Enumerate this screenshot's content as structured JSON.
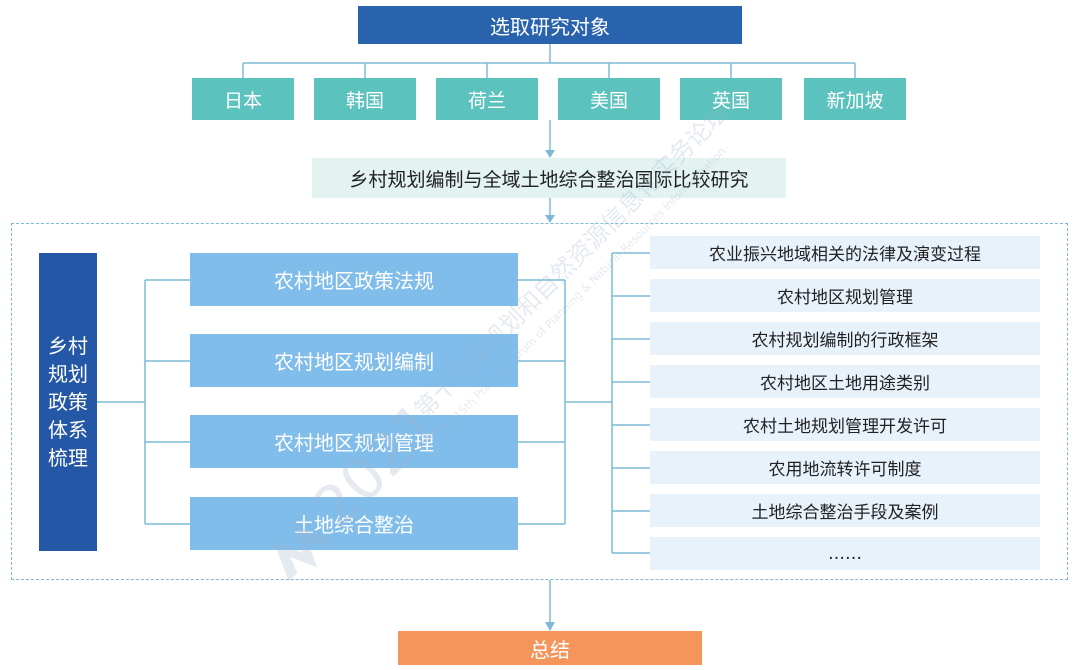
{
  "top_label": "选取研究对象",
  "countries": [
    "日本",
    "韩国",
    "荷兰",
    "美国",
    "英国",
    "新加坡"
  ],
  "study_label": "乡村规划编制与全域土地综合整治国际比较研究",
  "policy_label": [
    "乡村",
    "规划",
    "政策",
    "体系",
    "梳理"
  ],
  "middle_items": [
    "农村地区政策法规",
    "农村地区规划编制",
    "农村地区规划管理",
    "土地综合整治"
  ],
  "right_items": [
    "农业振兴地域相关的法律及演变过程",
    "农村地区规划管理",
    "农村规划编制的行政框架",
    "农村地区土地用途类别",
    "农村土地规划管理开发许可",
    "农用地流转许可制度",
    "土地综合整治手段及案例",
    "……"
  ],
  "bottom_label": "总结",
  "watermark": {
    "year": "2021",
    "cn": "第十五届规划和自然资源信息化实务论坛",
    "en": "The 15th Practice Forum of Planning & Natural Resources Informatization"
  },
  "colors": {
    "top": "#2a63ad",
    "country": "#5cc2bd",
    "study": "#e2f3f1",
    "policy": "#2457a6",
    "middle": "#81bdea",
    "right": "#e8f2fb",
    "bottom": "#f5955b",
    "lines": "#7dbad6"
  }
}
